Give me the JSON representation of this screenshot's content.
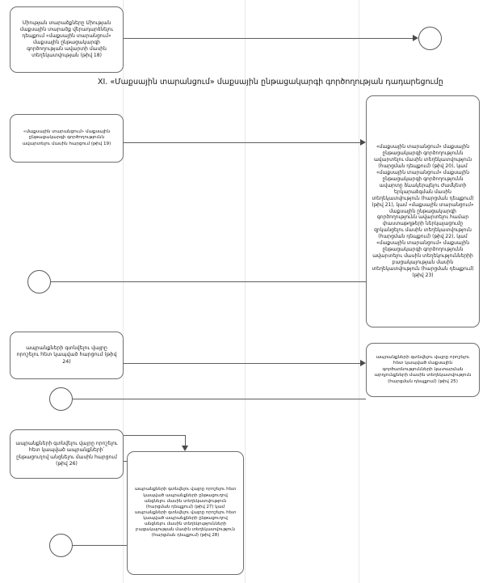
{
  "document": {
    "language": "hy",
    "section_title": "XI. «Մաքսային տարանցում» մաքսային ընթացակարգի գործողության դադարեցումը"
  },
  "nodes": {
    "box_18": {
      "id": "18",
      "text": "Միության տարածքները Միության մաքսային տարածք վերադարձնելու դեպքում «մաքսային տարանցում» մաքսային ընթացակարգի գործողության ավարտի մասին տեղեկատվության (թիվ 18)"
    },
    "box_19": {
      "id": "19",
      "text": "«մաքսային տարանցում» մաքսային ընթացակարգի գործողությունն ավարտելու մասին հարցում (թիվ 19)"
    },
    "box_20_23": {
      "id": "20-23",
      "text": "«մաքսային տարանցում» մաքսային ընթացակարգի գործողությունն ավարտելու մասին տեղեկատվություն (հարցման դեպքում) (թիվ 20), կամ «մաքսային տարանցում» մաքսային ընթացակարգի գործողությունն ավարտը ձևակերպելու Ժամկետի երկարաձգման մասին տեղեկատվություն (հարցման դեպքում) (թիվ 21), կամ «մաքսային տարանցում» մաքսային ընթացակարգի գործողությունն ավարտելու համար փաստաթղթերի ներկայացումը զրկանցելու մասին տեղեկատվություն (հարցման դեպքում) (թիվ 22), կամ «մաքսային տարանցում» մաքսային ընթացակարգի գործողությունն ավարտելու մասին տեղեկություններիի բացակայության մասին տեղեկատվություն (հարցման դեպքում) (թիվ 23)"
    },
    "box_24": {
      "id": "24",
      "text": "ապրանքների գտնվելու վայրը որոշելու հետ կապված հարցում (թիվ 24)"
    },
    "box_25": {
      "id": "25",
      "text": "ապրանքների գտնվելու վայրը որոշելու հետ կապված մաքսային գործառնությունների կատարման արդյունքների մասին տեղեկատվություն (հարցման դեպքում) (թիվ 25)"
    },
    "box_26": {
      "id": "26",
      "text": "ապրանքների գտնվելու վայրը որոշելու հետ կապված ապրանքների՝ ընթացուղով անցնելու մասին հարցում (թիվ 26)"
    },
    "box_27_28": {
      "id": "27-28",
      "text": "ապրանքների գտնվելու վայրը որոշելու հետ կապված ապրանքների ընթացուղով անցնելու մասին տեղեկատվություն (հարցման դեպքում) (թիվ 27) կամ ապրանքների գտնվելու վայրը որոշելու հետ կապված ապրանքների ընթացուղով անցնելու մասին տեղեկությունների բացակայության մասին տեղեկատվություն (հարցման դեպքում) (թիվ 28)"
    }
  },
  "end_events": {
    "end_1": {
      "label": ""
    },
    "end_2": {
      "label": ""
    },
    "end_3": {
      "label": ""
    },
    "end_4": {
      "label": ""
    }
  },
  "colors": {
    "box_border": "#6e6e6e",
    "connector": "#5f6f6f",
    "lane_divider": "#e9e9e9",
    "text": "#1a1a1a",
    "background": "#ffffff"
  }
}
